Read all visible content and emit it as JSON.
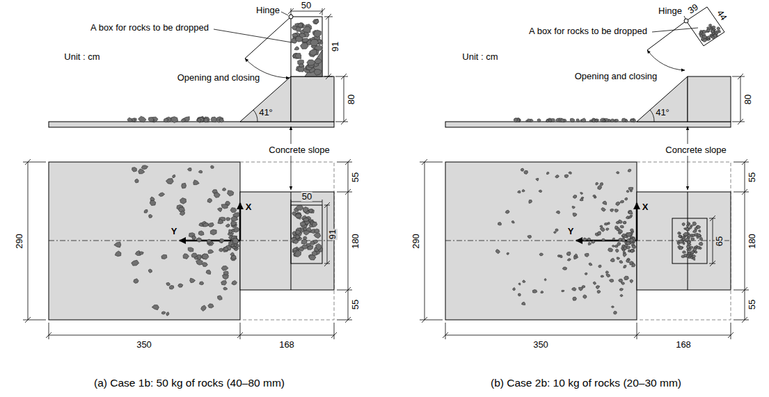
{
  "diagram": {
    "labels": [
      "50",
      "Hinge",
      "A box for rocks to be dropped",
      "Unit : cm",
      "91",
      "Opening and closing",
      "80",
      "41°",
      "Concrete slope",
      "290",
      "55",
      "X",
      "Y",
      "50",
      "91",
      "180",
      "55",
      "350",
      "168",
      "(a)  Case 1b: 50 kg of rocks (40–80 mm)",
      "39",
      "44",
      "Hinge",
      "A box for rocks to be dropped",
      "Unit : cm",
      "Opening and closing",
      "80",
      "41°",
      "Concrete slope",
      "290",
      "55",
      "X",
      "Y",
      "65",
      "180",
      "55",
      "350",
      "168",
      "(b)  Case 2b: 10 kg of rocks (20–30 mm)"
    ]
  }
}
